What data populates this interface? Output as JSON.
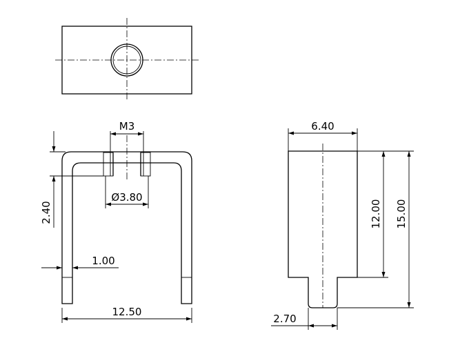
{
  "dimensions": {
    "thread": "M3",
    "hole_diameter": "Ø3.80",
    "height_offset": "2.40",
    "pin_thickness": "1.00",
    "overall_width": "12.50",
    "body_width": "6.40",
    "body_height": "12.00",
    "overall_height": "15.00",
    "pin_width": "2.70"
  },
  "views": [
    "top-view",
    "front-view",
    "side-view"
  ]
}
